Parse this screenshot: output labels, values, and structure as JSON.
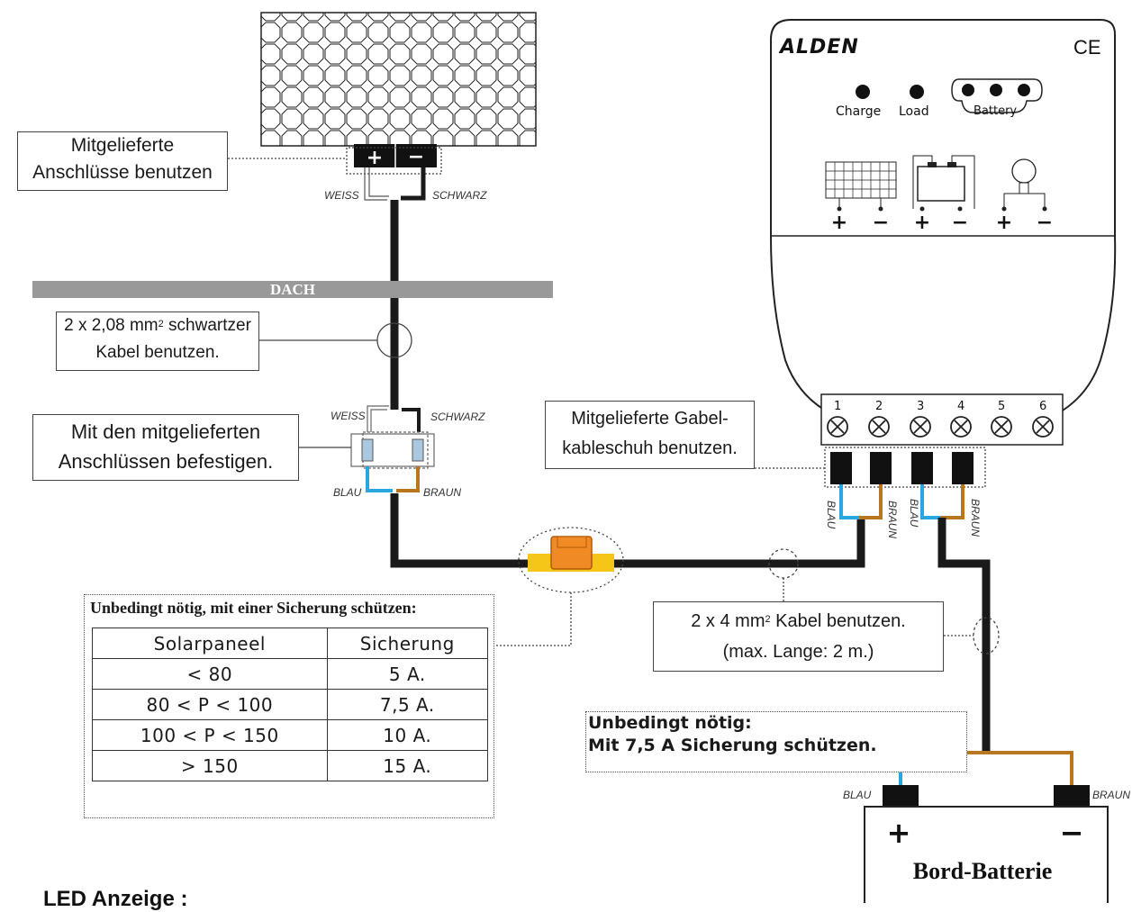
{
  "brand": "ALDEN",
  "ce_mark": "CE",
  "leds": {
    "charge": "Charge",
    "load": "Load",
    "battery": "Battery"
  },
  "terminals": [
    "1",
    "2",
    "3",
    "4",
    "5",
    "6"
  ],
  "roof_label": "DACH",
  "wire_labels": {
    "weiss_top": "WEISS",
    "schwarz_top": "SCHWARZ",
    "weiss_mid": "WEISS",
    "schwarz_mid": "SCHWARZ",
    "blau_mid": "BLAU",
    "braun_mid": "BRAUN",
    "blau_ctrl1": "BLAU",
    "braun_ctrl1": "BRAUN",
    "blau_ctrl2": "BLAU",
    "braun_ctrl2": "BRAUN",
    "blau_batt": "BLAU",
    "braun_batt": "BRAUN"
  },
  "callouts": {
    "connectors": [
      "Mitgelieferte",
      "Anschlüsse benutzen"
    ],
    "cable_line1_pre": "2 x 2,08 mm",
    "cable_line1_sup": "2",
    "cable_line1_post": " schwartzer",
    "cable_line2": "Kabel benutzen.",
    "attach": [
      "Mit den mitgelieferten",
      "Anschlüssen befestigen."
    ],
    "fork": [
      "Mitgelieferte Gabel-",
      "kableschuh benutzen."
    ],
    "cable4_pre": "2 x 4 mm",
    "cable4_sup": "2",
    "cable4_post": " Kabel benutzen.",
    "cable4_line2": "(max. Lange: 2 m.)"
  },
  "fuse_table": {
    "title": "Unbedingt nötig, mit einer Sicherung schützen:",
    "headers": [
      "Solarpaneel",
      "Sicherung"
    ],
    "rows": [
      [
        "< 80",
        "5 A."
      ],
      [
        "80 < P < 100",
        "7,5 A."
      ],
      [
        "100 < P < 150",
        "10 A."
      ],
      [
        "> 150",
        "15 A."
      ]
    ]
  },
  "battery_fuse": {
    "line1": "Unbedingt nötig:",
    "line2": "Mit 7,5 A Sicherung schützen."
  },
  "battery": {
    "label": "Bord-Batterie",
    "plus": "+",
    "minus": "−"
  },
  "panel_terminals": {
    "plus": "+",
    "minus": "−"
  },
  "controller_symbols": {
    "plus": "+",
    "minus": "−"
  },
  "bottom_heading": "LED Anzeige :",
  "colors": {
    "wire_black": "#1a1a1a",
    "wire_blue": "#2aa6df",
    "wire_brown": "#b8771f",
    "fuse_orange": "#f08a24",
    "fuse_yellow": "#f5c518",
    "roof_gray": "#999999"
  }
}
